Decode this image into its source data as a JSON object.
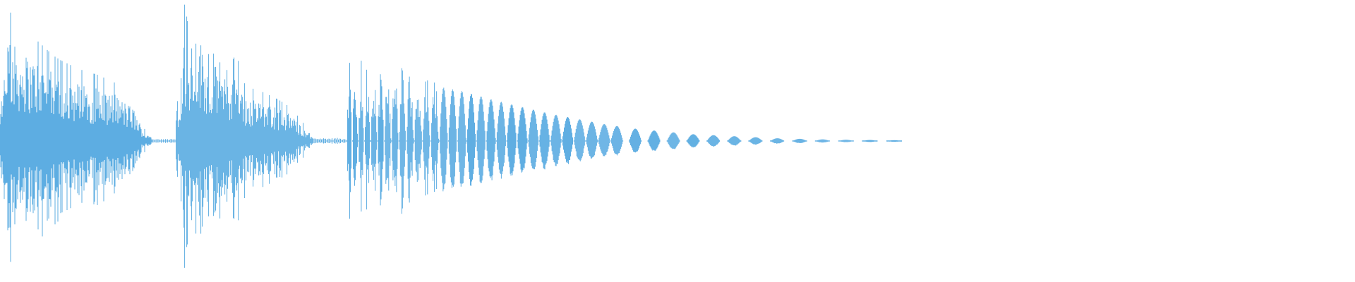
{
  "waveform": {
    "color": "#5dade2",
    "background": "#ffffff",
    "description_free": true,
    "bursts": [
      {
        "start": 0.0,
        "end": 0.112,
        "envelope": [
          0.25,
          0.96,
          0.82,
          0.78,
          0.74,
          0.68,
          0.62,
          0.58,
          0.55,
          0.52,
          0.5,
          0.48,
          0.45,
          0.42,
          0.36,
          0.3,
          0.1,
          0.04
        ],
        "style": "dense"
      },
      {
        "start": 0.13,
        "end": 0.231,
        "envelope": [
          0.15,
          1.0,
          0.6,
          0.95,
          0.55,
          0.78,
          0.5,
          0.64,
          0.42,
          0.38,
          0.36,
          0.33,
          0.3,
          0.26,
          0.2,
          0.12,
          0.04
        ],
        "style": "dense"
      },
      {
        "start": 0.256,
        "end": 0.672,
        "envelope": [
          0.45,
          0.48,
          0.45,
          0.4,
          0.36,
          0.3,
          0.25,
          0.2,
          0.16,
          0.12,
          0.09,
          0.07,
          0.05,
          0.04,
          0.03,
          0.02,
          0.015,
          0.01,
          0.008,
          0.006,
          0.005
        ],
        "style": "decaying-pulses"
      }
    ],
    "idle_segments": [
      {
        "start": 0.112,
        "end": 0.13,
        "amplitude": 0.01
      },
      {
        "start": 0.231,
        "end": 0.256,
        "amplitude": 0.015
      }
    ],
    "active_extent": 0.672
  }
}
